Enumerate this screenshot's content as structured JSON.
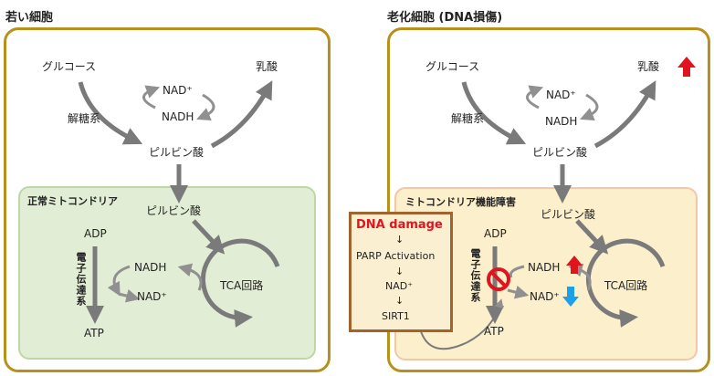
{
  "young": {
    "title": "若い細胞",
    "glucose": "グルコース",
    "glycolysis": "解糖系",
    "lactate": "乳酸",
    "nad_plus": "NAD⁺",
    "nadh": "NADH",
    "pyruvate": "ピルビン酸",
    "mito_title": "正常ミトコンドリア",
    "mito_pyruvate": "ピルビン酸",
    "adp": "ADP",
    "atp": "ATP",
    "etc": "電子伝達系",
    "mito_nadh": "NADH",
    "mito_nad_plus": "NAD⁺",
    "tca": "TCA回路"
  },
  "aged": {
    "title": "老化細胞 (DNA損傷)",
    "glucose": "グルコース",
    "glycolysis": "解糖系",
    "lactate": "乳酸",
    "nad_plus": "NAD⁺",
    "nadh": "NADH",
    "pyruvate": "ピルビン酸",
    "mito_title": "ミトコンドリア機能障害",
    "mito_pyruvate": "ピルビン酸",
    "adp": "ADP",
    "atp": "ATP",
    "etc": "電子伝達系",
    "mito_nadh": "NADH",
    "mito_nad_plus": "NAD⁺",
    "tca": "TCA回路"
  },
  "dna_box": {
    "title": "DNA damage",
    "parp": "PARP Activation",
    "nad": "NAD⁺",
    "sirt1": "SIRT1",
    "arrow": "↓"
  },
  "colors": {
    "panel_border": "#b8901c",
    "arrow_gray": "#7a7a7a",
    "up_red": "#e0141e",
    "down_blue": "#1ea0e6",
    "mito_green": "#e2edd5",
    "mito_yellow": "#fcefcb",
    "dna_border": "#a2632f"
  }
}
